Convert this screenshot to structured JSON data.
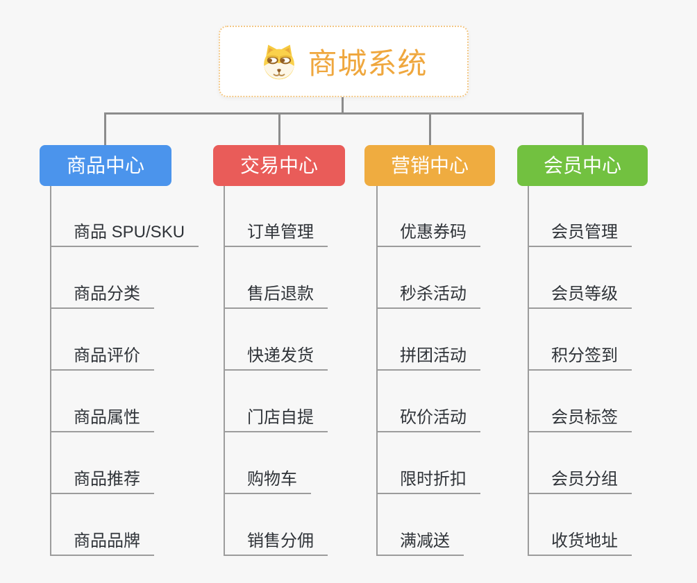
{
  "root": {
    "title": "商城系统",
    "icon": "shiba-dog-face"
  },
  "tree": {
    "branches": [
      {
        "label": "商品中心",
        "color": "#4B94EC",
        "items": [
          "商品 SPU/SKU",
          "商品分类",
          "商品评价",
          "商品属性",
          "商品推荐",
          "商品品牌"
        ]
      },
      {
        "label": "交易中心",
        "color": "#E95C59",
        "items": [
          "订单管理",
          "售后退款",
          "快递发货",
          "门店自提",
          "购物车",
          "销售分佣"
        ]
      },
      {
        "label": "营销中心",
        "color": "#EFAC40",
        "items": [
          "优惠券码",
          "秒杀活动",
          "拼团活动",
          "砍价活动",
          "限时折扣",
          "满减送"
        ]
      },
      {
        "label": "会员中心",
        "color": "#72C140",
        "items": [
          "会员管理",
          "会员等级",
          "积分签到",
          "会员标签",
          "会员分组",
          "收货地址"
        ]
      }
    ]
  },
  "colors": {
    "background": "#F7F7F7",
    "root_title": "#EFA73E",
    "root_border": "#F3C784",
    "connector": "#8C8C8C",
    "child_line": "#9C9C9C",
    "leaf_text": "#2F3338"
  }
}
